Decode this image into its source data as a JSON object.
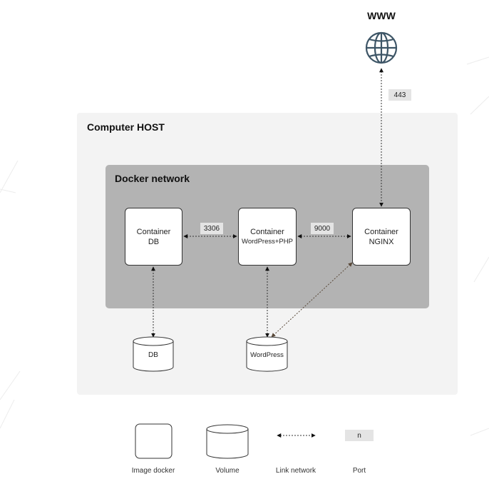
{
  "internet": {
    "label": "WWW"
  },
  "host": {
    "title": "Computer HOST"
  },
  "network": {
    "title": "Docker network"
  },
  "containers": [
    {
      "line1": "Container",
      "line2": "DB"
    },
    {
      "line1": "Container",
      "line2": "WordPress+PHP"
    },
    {
      "line1": "Container",
      "line2": "NGINX"
    }
  ],
  "ports": {
    "db_wp": "3306",
    "wp_nginx": "9000",
    "www_nginx": "443"
  },
  "volumes": [
    {
      "label": "DB"
    },
    {
      "label": "WordPress"
    }
  ],
  "legend": {
    "image_docker": "Image docker",
    "volume": "Volume",
    "link_network": "Link network",
    "port": "Port",
    "port_sample": "n"
  }
}
